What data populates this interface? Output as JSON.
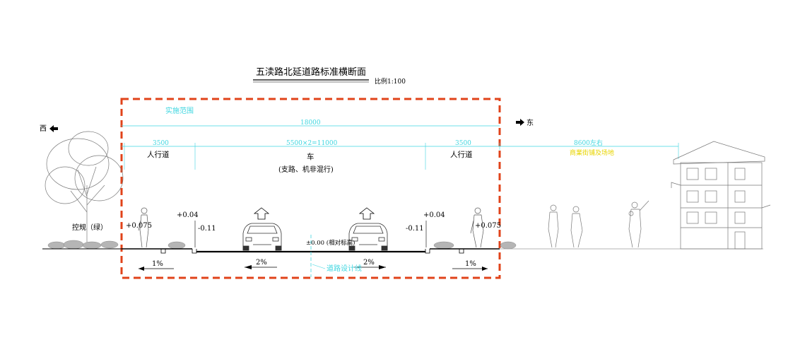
{
  "title": "五渎路北延道路标准横断面",
  "scale": "比例1:100",
  "impl_range": "实施范围",
  "west": "西",
  "east": "东",
  "total_width": "18000",
  "left_dim": "3500",
  "center_dim": "5500×2=11000",
  "right_dim": "3500",
  "far_dim": "8600左右",
  "sidewalk_left": "人行道",
  "sidewalk_right": "人行道",
  "lane": "车",
  "lane_note": "(支路、机非混行)",
  "far_note": "商業街铺及场地",
  "green_label": "控规（绿）",
  "elev_left_outer": "+0.075",
  "elev_left_curb": "+0.04",
  "elev_left_gutter": "-0.11",
  "elev_right_curb": "+0.04",
  "elev_right_gutter": "-0.11",
  "elev_right_outer": "+0.075",
  "elev_center": "±0.00 (相对标高)",
  "slope_left_walk": "1%",
  "slope_left_road": "2%",
  "slope_right_road": "2%",
  "slope_right_walk": "1%",
  "design_line": "道路设计线",
  "colors": {
    "line": "#000000",
    "cyan": "#3fd6e0",
    "red": "#e0431a",
    "yellow": "#e8d400",
    "gray": "#9a9a9a"
  }
}
